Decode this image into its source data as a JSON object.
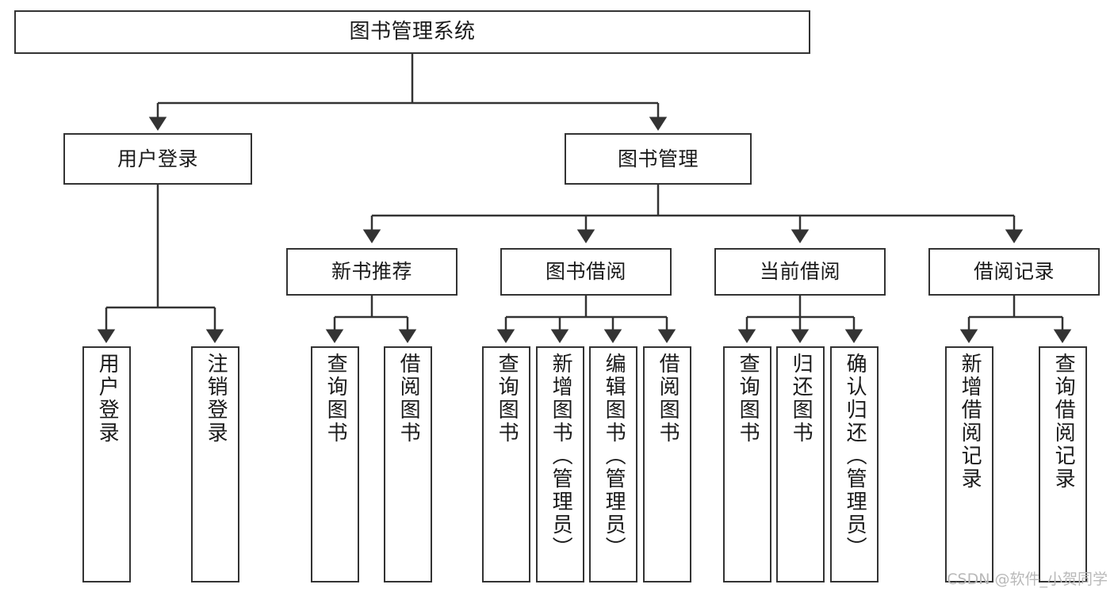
{
  "diagram": {
    "type": "tree",
    "title": "图书管理系统",
    "root": {
      "id": "root",
      "label": "图书管理系统"
    },
    "level2": [
      {
        "id": "user-login",
        "label": "用户登录"
      },
      {
        "id": "book-manage",
        "label": "图书管理"
      }
    ],
    "level3": [
      {
        "id": "new-book-recommend",
        "label": "新书推荐",
        "parent": "book-manage"
      },
      {
        "id": "book-borrow",
        "label": "图书借阅",
        "parent": "book-manage"
      },
      {
        "id": "current-borrow",
        "label": "当前借阅",
        "parent": "book-manage"
      },
      {
        "id": "borrow-record",
        "label": "借阅记录",
        "parent": "book-manage"
      }
    ],
    "leaves": {
      "user_login": [
        {
          "id": "leaf-user-login",
          "label": "用户登录"
        },
        {
          "id": "leaf-logout-login",
          "label": "注销登录"
        }
      ],
      "new_book_recommend": [
        {
          "id": "leaf-query-book-1",
          "label": "查询图书"
        },
        {
          "id": "leaf-borrow-book-1",
          "label": "借阅图书"
        }
      ],
      "book_borrow": [
        {
          "id": "leaf-query-book-2",
          "label": "查询图书"
        },
        {
          "id": "leaf-add-book",
          "label": "新增图书（管理员）"
        },
        {
          "id": "leaf-edit-book",
          "label": "编辑图书（管理员）"
        },
        {
          "id": "leaf-borrow-book-2",
          "label": "借阅图书"
        }
      ],
      "current_borrow": [
        {
          "id": "leaf-query-book-3",
          "label": "查询图书"
        },
        {
          "id": "leaf-return-book",
          "label": "归还图书"
        },
        {
          "id": "leaf-confirm-return",
          "label": "确认归还（管理员）"
        }
      ],
      "borrow_record": [
        {
          "id": "leaf-add-record",
          "label": "新增借阅记录"
        },
        {
          "id": "leaf-query-record",
          "label": "查询借阅记录"
        }
      ]
    }
  },
  "watermark": {
    "text": "CSDN @软件_小贺同学"
  },
  "colors": {
    "border": "#333333",
    "background": "#ffffff",
    "text": "#1a1a1a",
    "watermark": "#b9b9b9"
  }
}
